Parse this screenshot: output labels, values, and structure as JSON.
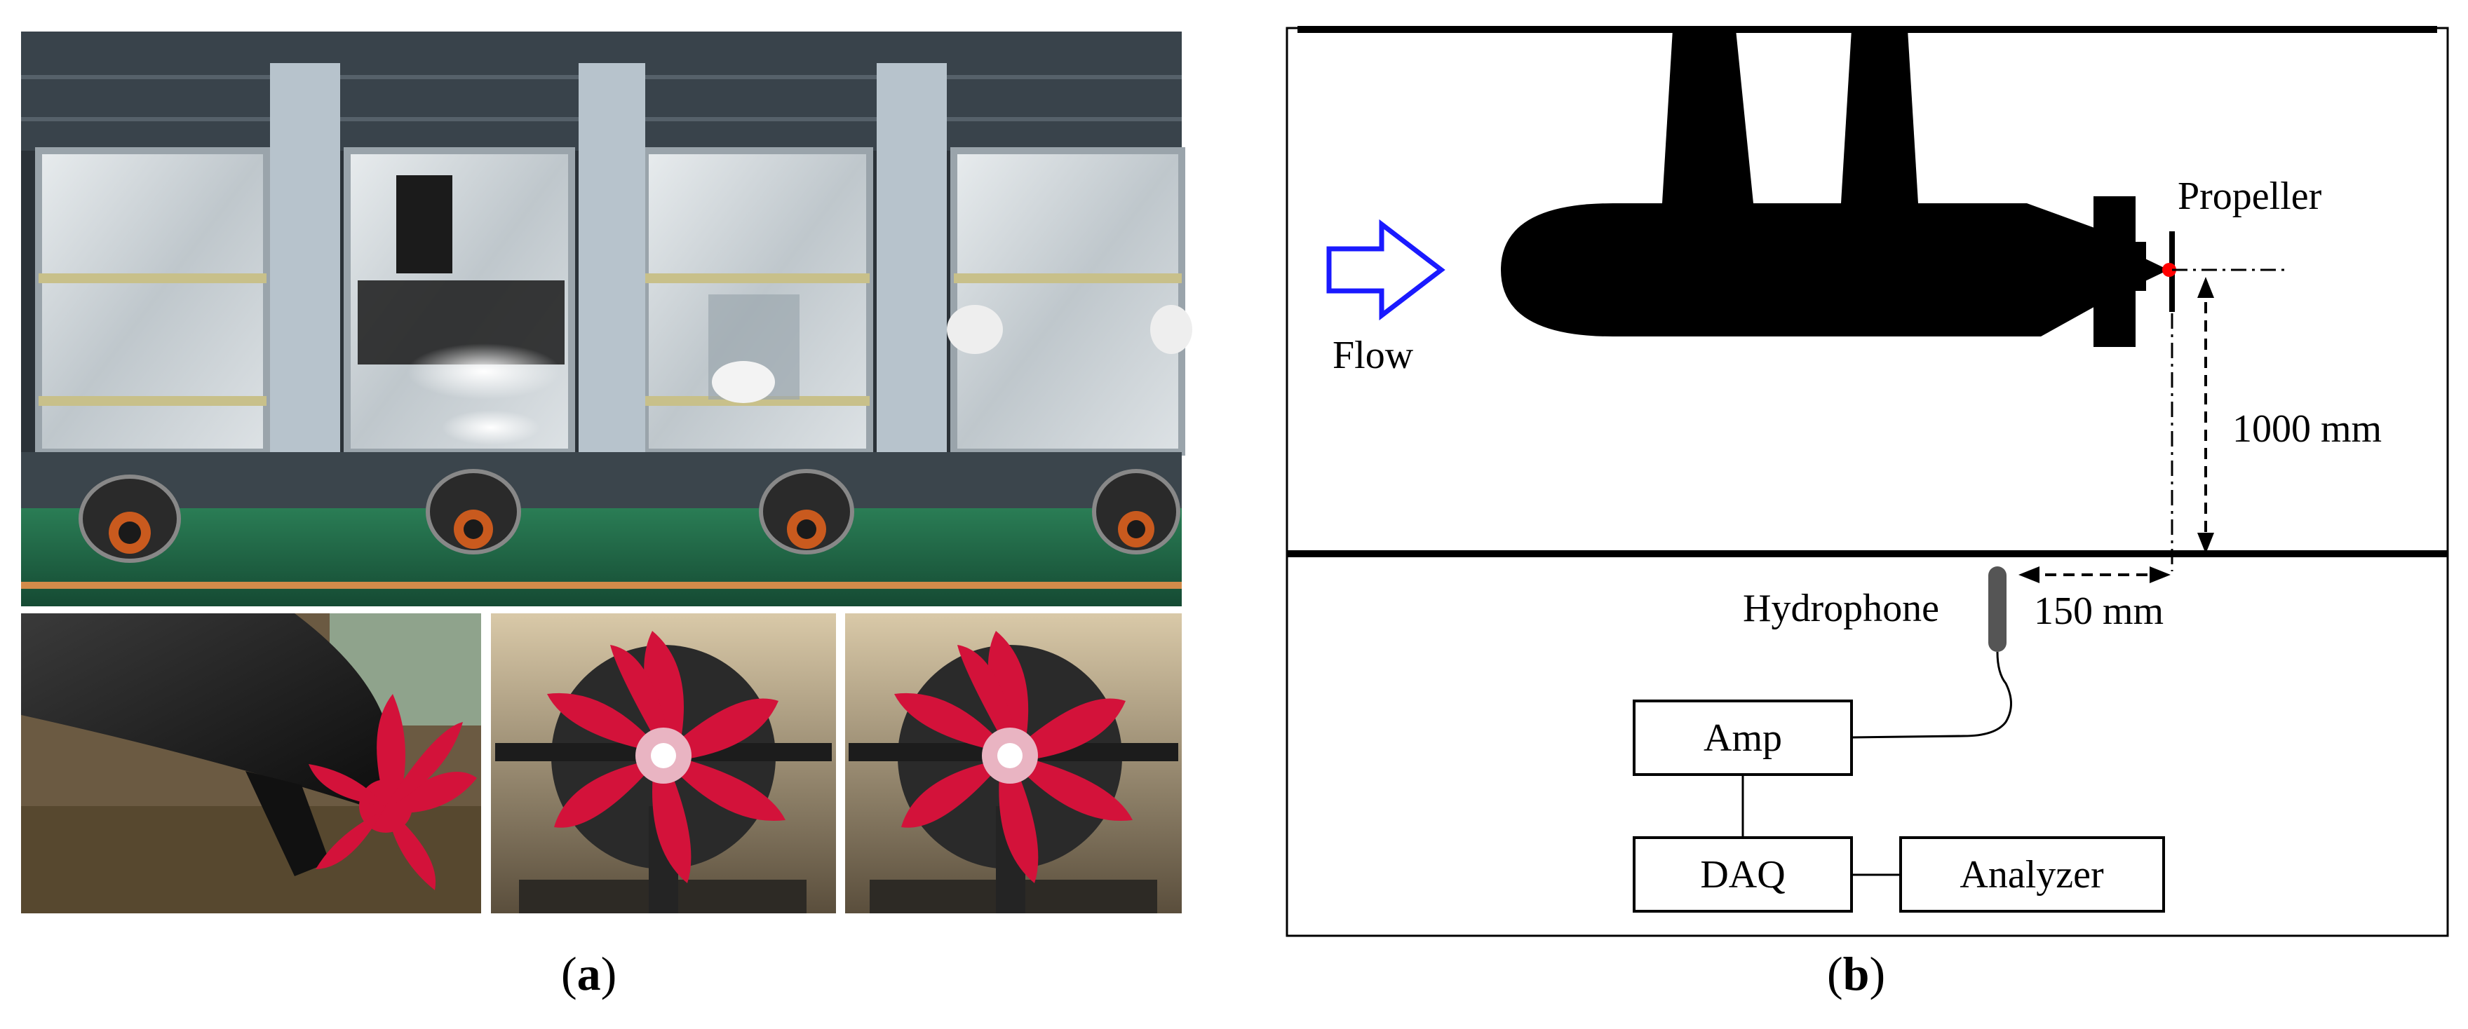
{
  "panel_a": {
    "caption_open": "(",
    "caption_letter": "a",
    "caption_close": ")"
  },
  "panel_b": {
    "caption_open": "(",
    "caption_letter": "b",
    "caption_close": ")",
    "labels": {
      "flow": "Flow",
      "propeller": "Propeller",
      "distance_vertical": "1000 mm",
      "distance_horizontal": "150 mm",
      "hydrophone": "Hydrophone",
      "amp": "Amp",
      "daq": "DAQ",
      "analyzer": "Analyzer"
    },
    "colors": {
      "flow_arrow": "#1a1aff",
      "propeller_dot": "#ff0000",
      "hydrophone": "#555555",
      "hull": "#000000"
    }
  },
  "photo_colors": {
    "tunnel_frame": "#b7c3cc",
    "window_glass": "#cfd5d8",
    "floor_green": "#1f6b47",
    "propeller_red": "#d3123a",
    "hull_black": "#1e1e1e"
  }
}
